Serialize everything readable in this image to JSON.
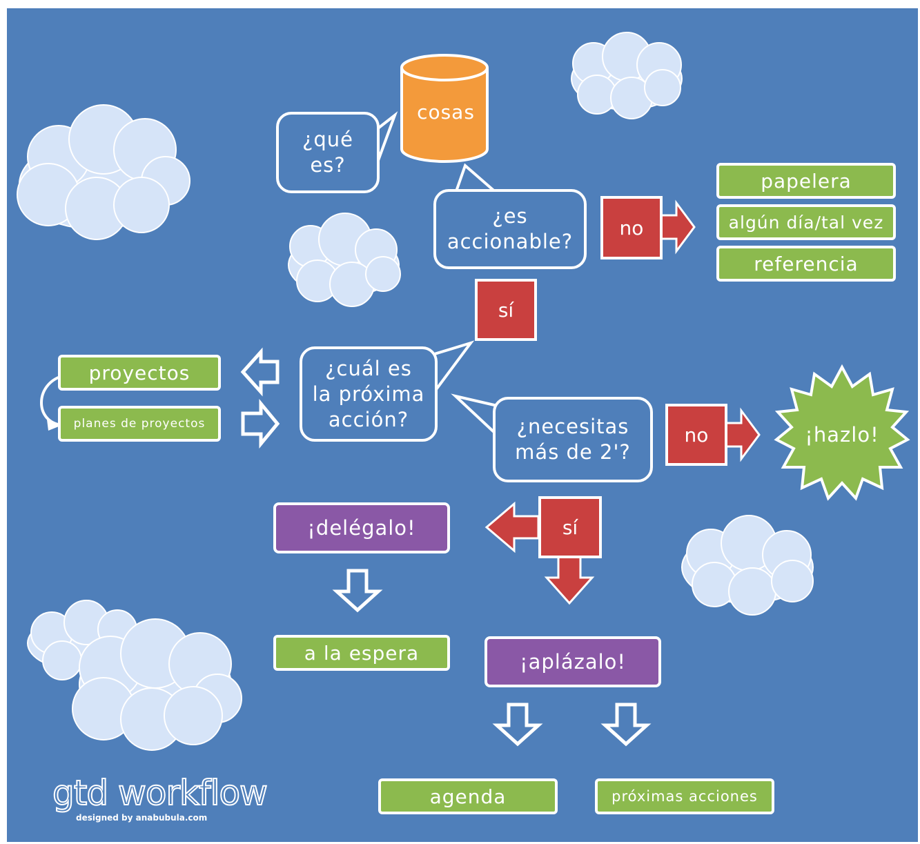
{
  "colors": {
    "background": "#4f7fba",
    "green": "#8cba4e",
    "red": "#c9403f",
    "purple": "#8a58a6",
    "orange": "#f39a3b",
    "cloud": "#d6e4f8",
    "line": "#ffffff"
  },
  "start": {
    "label": "cosas",
    "icon": "cylinder-icon"
  },
  "bubbles": {
    "que_es": "¿qué\nes?",
    "accionable": "¿es\naccionable?",
    "proxima": "¿cuál es\nla próxima\nacción?",
    "necesitas": "¿necesitas\nmás de 2'?"
  },
  "answers": {
    "no1": "no",
    "si1": "sí",
    "no2": "no",
    "si2": "sí"
  },
  "not_actionable": [
    "papelera",
    "algún día/tal vez",
    "referencia"
  ],
  "projects": {
    "proyectos": "proyectos",
    "planes": "planes de proyectos"
  },
  "outcomes": {
    "hazlo": "¡hazlo!",
    "delegalo": "¡delégalo!",
    "a_la_espera": "a la espera",
    "aplazalo": "¡aplázalo!",
    "agenda": "agenda",
    "proximas_acciones": "próximas acciones"
  },
  "footer": {
    "title": "gtd workflow",
    "credit": "designed by anabubula.com"
  }
}
